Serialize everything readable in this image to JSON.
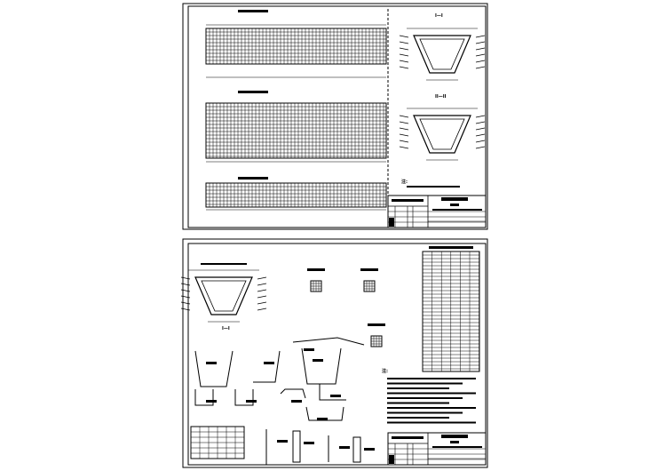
{
  "sheets": [
    {
      "section_labels": [
        "I—I",
        "II—II"
      ],
      "note_label": "注:"
    },
    {
      "section_labels": [
        "I—I"
      ],
      "note_label": "注:"
    }
  ]
}
